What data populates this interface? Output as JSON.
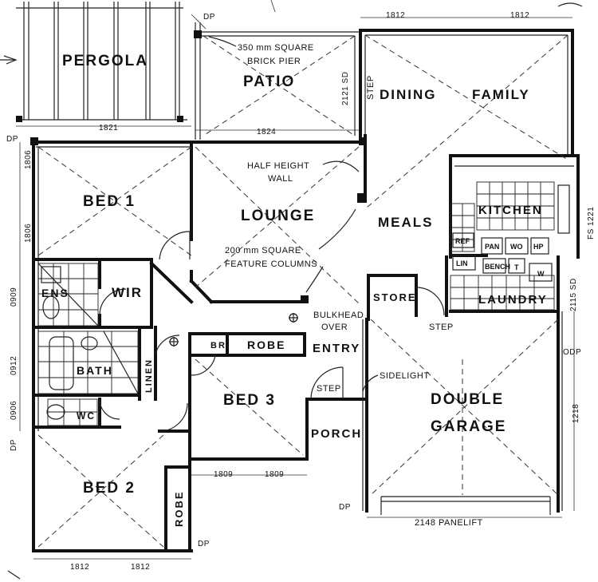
{
  "rooms": {
    "pergola": "PERGOLA",
    "patio": "PATIO",
    "dining": "DINING",
    "family": "FAMILY",
    "bed1": "BED 1",
    "lounge": "LOUNGE",
    "meals": "MEALS",
    "kitchen": "KITCHEN",
    "ens": "ENS",
    "wir": "WIR",
    "laundry": "LAUNDRY",
    "store": "STORE",
    "bath": "BATH",
    "linen": "LINEN",
    "br": "BR",
    "robe3": "ROBE",
    "entry": "ENTRY",
    "bed3": "BED 3",
    "double": "DOUBLE",
    "garage": "GARAGE",
    "wc": "WC",
    "porch": "PORCH",
    "bed2": "BED 2",
    "robe2": "ROBE"
  },
  "fixtures": {
    "ref": "REF",
    "pan": "PAN",
    "wo": "WO",
    "hp": "HP",
    "lin": "LIN",
    "bench": "BENCH",
    "t": "T",
    "w": "W"
  },
  "notes": {
    "pier1": "350 mm SQUARE",
    "pier2": "BRICK PIER",
    "halfwall1": "HALF HEIGHT",
    "halfwall2": "WALL",
    "column1": "200 mm SQUARE",
    "column2": "FEATURE COLUMNS",
    "bulkhead1": "BULKHEAD",
    "bulkhead2": "OVER",
    "sidelight": "SIDELIGHT",
    "step_patio": "STEP",
    "step_porch": "STEP",
    "step_garage": "STEP",
    "panelift": "2148 PANELIFT",
    "dp": "DP",
    "odp": "ODP"
  },
  "dimensions": {
    "top_left": "1812",
    "top_right": "1812",
    "pergola_bottom": "1821",
    "patio_bottom": "1824",
    "patio_side": "2121 SD",
    "bed1_upper": "1806",
    "bed1_lower": "1806",
    "kitchen_fs": "FS 1221",
    "laundry_sd": "2115 SD",
    "ens_w": "0909",
    "bath_w": "0912",
    "wc_w": "0906",
    "garage_side": "1218",
    "bed3_left": "1809",
    "bed3_right": "1809",
    "bed2_left": "1812",
    "bed2_right": "1812"
  }
}
